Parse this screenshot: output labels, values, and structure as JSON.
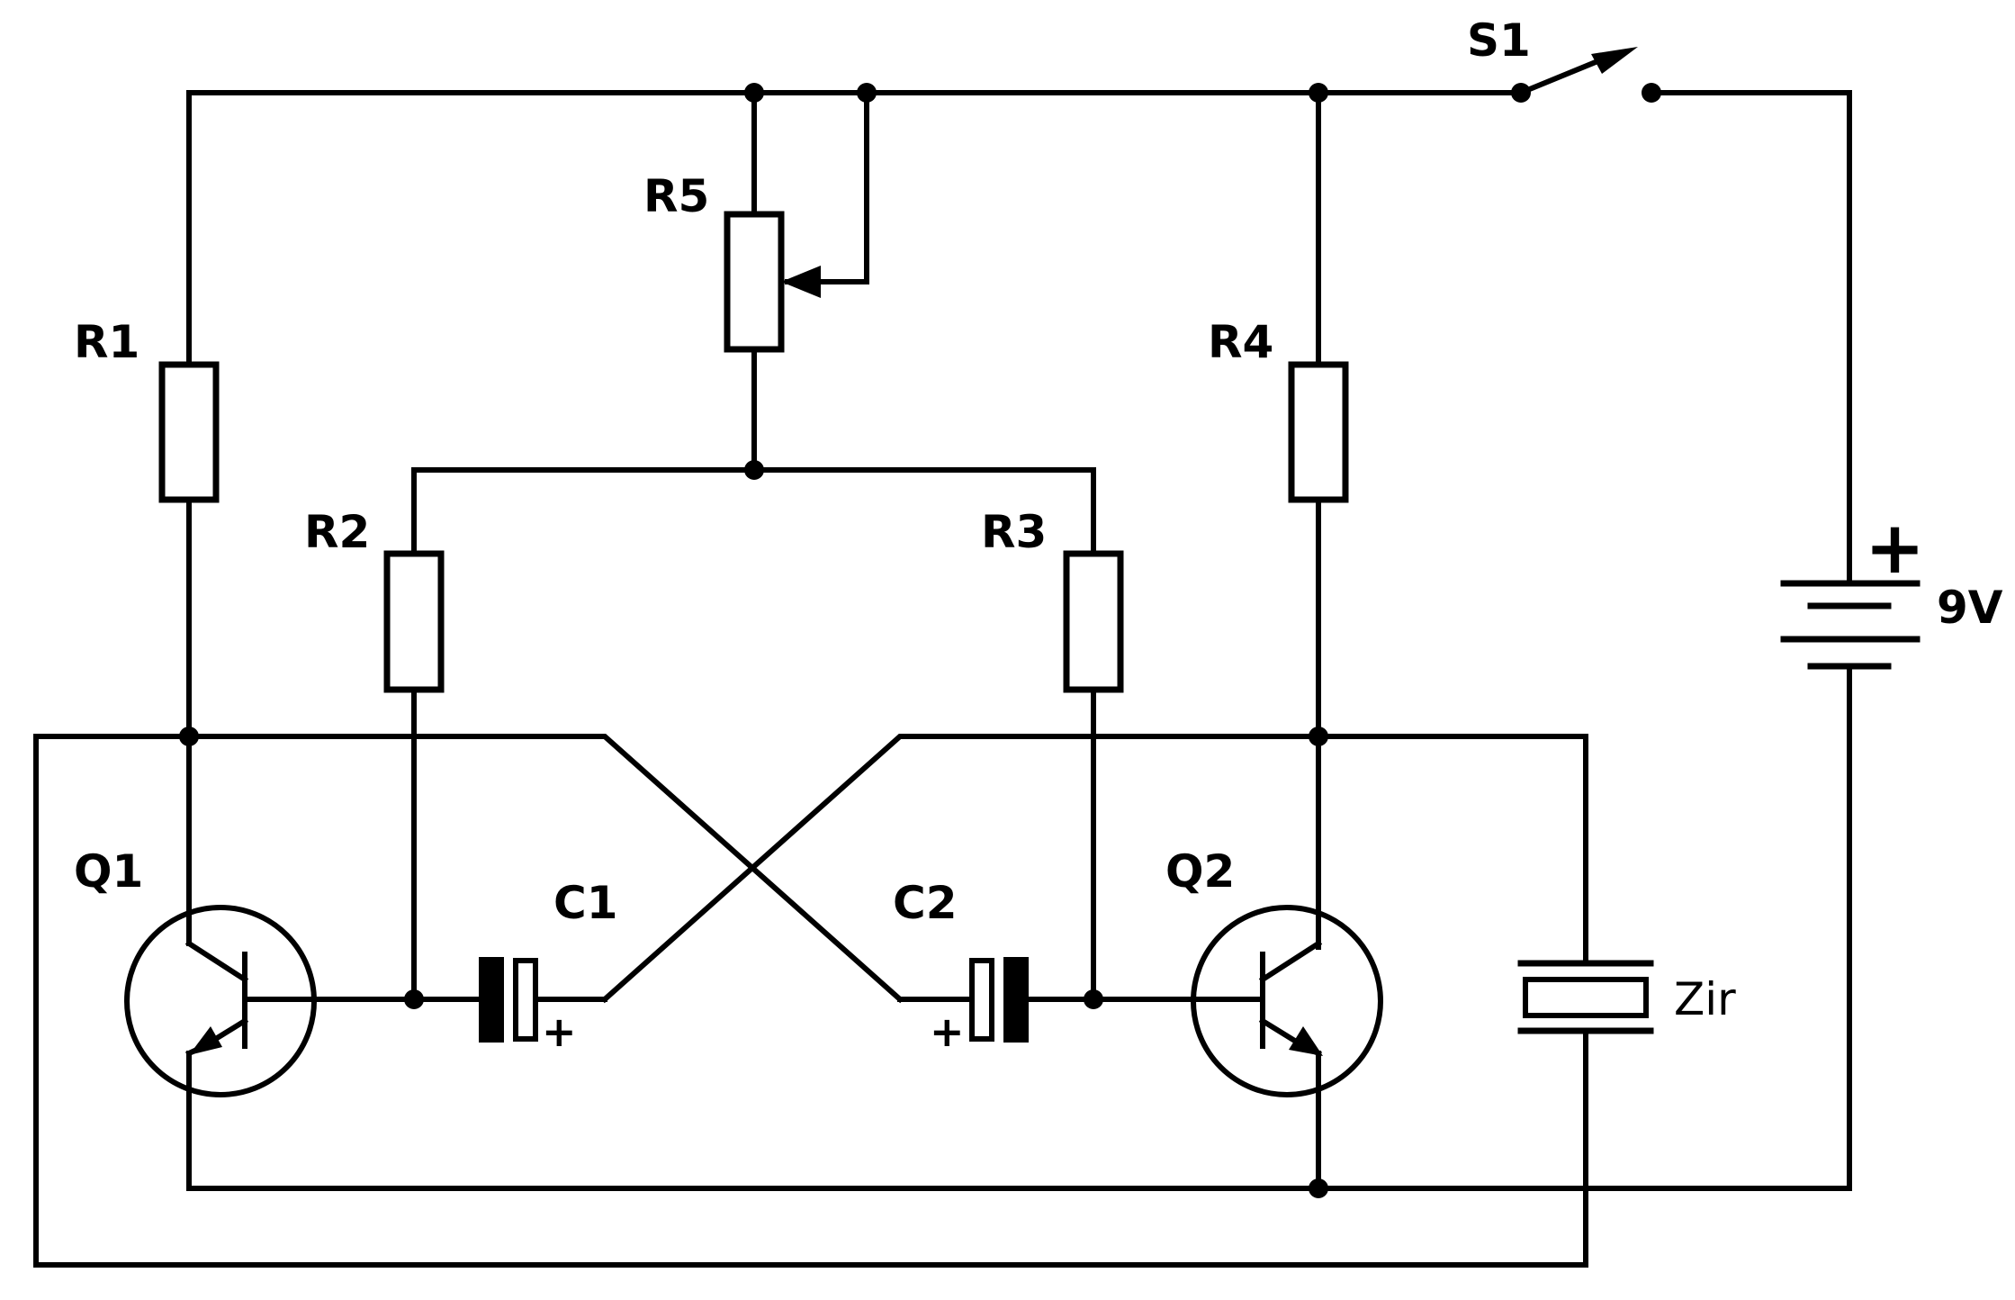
{
  "labels": {
    "r1": "R1",
    "r2": "R2",
    "r3": "R3",
    "r4": "R4",
    "r5": "R5",
    "q1": "Q1",
    "q2": "Q2",
    "c1": "C1",
    "c2": "C2",
    "s1": "S1",
    "battery": "9V",
    "buzzer": "Zir"
  },
  "polarity": {
    "c1_plus": "+",
    "c2_plus": "+",
    "battery_plus": "+"
  },
  "components": {
    "resistors": [
      "R1",
      "R2",
      "R3",
      "R4",
      "R5"
    ],
    "transistors": [
      "Q1",
      "Q2"
    ],
    "capacitors": [
      "C1",
      "C2"
    ],
    "switch": "S1",
    "battery": "9V",
    "buzzer": "Zir"
  }
}
